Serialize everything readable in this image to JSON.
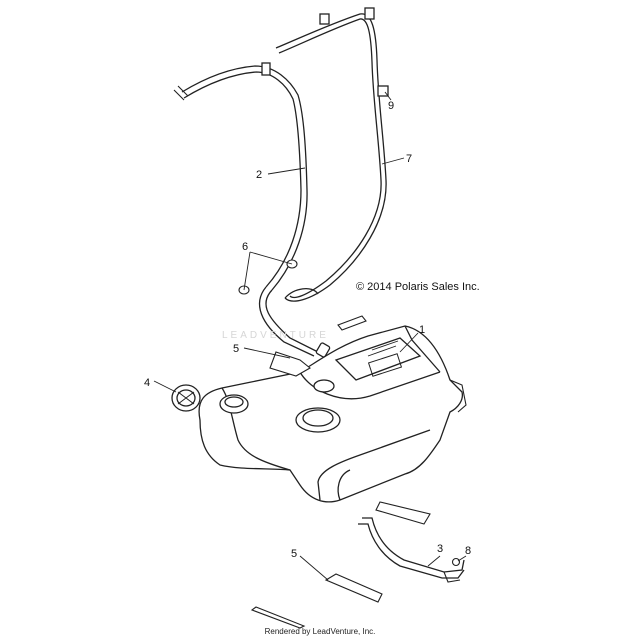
{
  "copyright": "© 2014 Polaris Sales Inc.",
  "footer": "Rendered by LeadVenture, Inc.",
  "watermark": "LEADVENTURE",
  "callouts": [
    "1",
    "2",
    "3",
    "4",
    "5",
    "5",
    "6",
    "7",
    "8",
    "9"
  ]
}
